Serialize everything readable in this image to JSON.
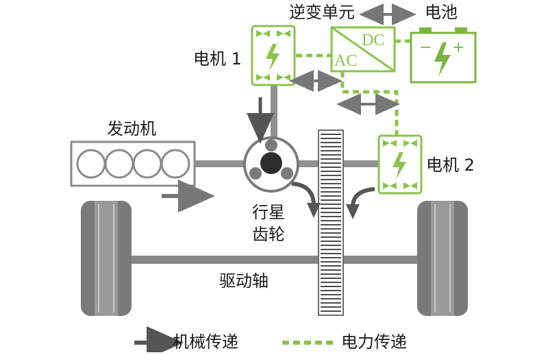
{
  "labels": {
    "inverter": "逆变单元",
    "battery": "电池",
    "motor1": "电机 1",
    "motor2": "电机 2",
    "engine": "发动机",
    "planetary_gear_line1": "行星",
    "planetary_gear_line2": "齿轮",
    "drive_shaft": "驱动轴",
    "inverter_dc": "DC",
    "inverter_ac": "AC",
    "battery_minus": "−",
    "battery_plus": "+"
  },
  "legend": {
    "mechanical": "机械传递",
    "electrical": "电力传递"
  },
  "colors": {
    "green": "#8bc34a",
    "green_dark": "#7cb342",
    "gray_dark": "#555555",
    "gray_mid": "#7a7a7a",
    "gray_light": "#a8a8a8"
  }
}
